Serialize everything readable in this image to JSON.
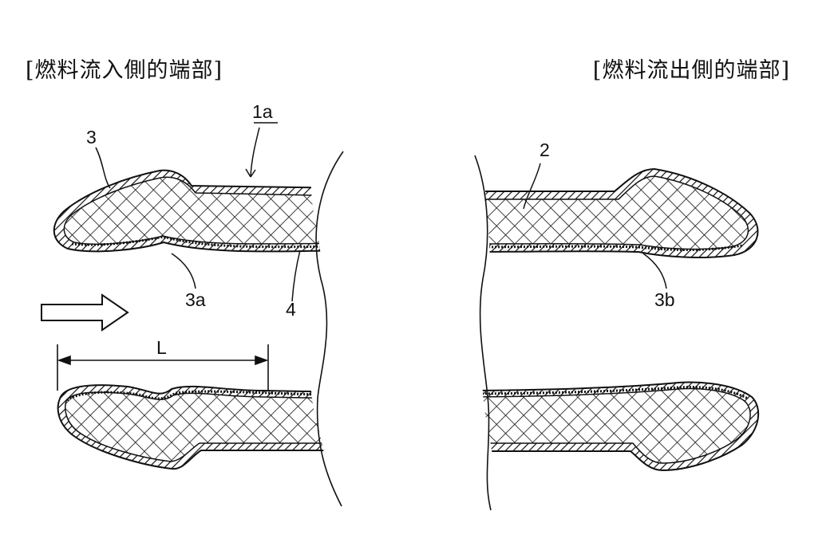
{
  "captions": {
    "inlet_end": "[燃料流入側的端部]",
    "outlet_end": "[燃料流出側的端部]"
  },
  "labels": {
    "sheet": "1a",
    "coating_thick_inlet": "3",
    "substrate": "2",
    "inlet_taper": "3a",
    "outlet_taper": "3b",
    "membrane": "4",
    "length": "L"
  },
  "colors": {
    "ink": "#111111",
    "background": "#ffffff"
  }
}
